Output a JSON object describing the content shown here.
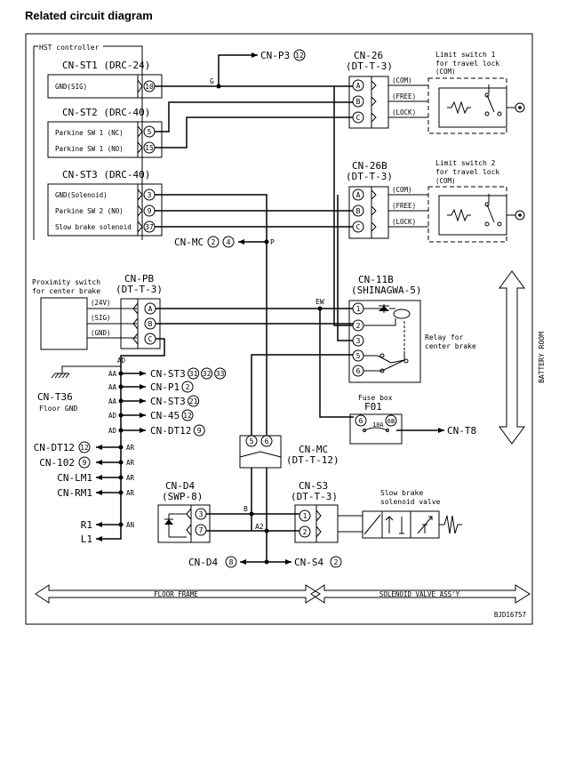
{
  "heading": "Related circuit diagram",
  "doc_code": "BJD16757",
  "hst": {
    "title": "HST controller",
    "st1": {
      "name": "CN-ST1 (DRC-24)",
      "pin_label": "GND(SIG)",
      "pin": "10"
    },
    "st2": {
      "name": "CN-ST2 (DRC-40)",
      "pins": [
        {
          "label": "Parkine SW 1 (NC)",
          "pin": "5"
        },
        {
          "label": "Parkine SW 1 (NO)",
          "pin": "15"
        }
      ]
    },
    "st3": {
      "name": "CN-ST3 (DRC-40)",
      "pins": [
        {
          "label": "GND(Solenoid)",
          "pin": "3"
        },
        {
          "label": "Parkine SW 2 (NO)",
          "pin": "9"
        },
        {
          "label": "Slow brake solenoid",
          "pin": "37"
        }
      ]
    }
  },
  "cnp3": {
    "label": "CN-P3",
    "pin": "12",
    "node": "G"
  },
  "cn26": {
    "name": "CN-26",
    "type": "(DT-T-3)",
    "pins": [
      "A",
      "B",
      "C"
    ],
    "lines": [
      "(COM)",
      "(FREE)",
      "(LOCK)"
    ]
  },
  "cn26b": {
    "name": "CN-26B",
    "type": "(DT-T-3)",
    "pins": [
      "A",
      "B",
      "C"
    ],
    "lines": [
      "(COM)",
      "(FREE)",
      "(LOCK)"
    ]
  },
  "ls1": {
    "title1": "Limit switch 1",
    "title2": "for travel lock",
    "com": "(COM)"
  },
  "ls2": {
    "title1": "Limit switch 2",
    "title2": "for travel lock",
    "com": "(COM)"
  },
  "cnmc_top": {
    "label": "CN-MC",
    "pin1": "2",
    "pin2": "4",
    "node": "P"
  },
  "prox": {
    "title1": "Proximity switch",
    "title2": "for center brake"
  },
  "cnpb": {
    "name": "CN-PB",
    "type": "(DT-T-3)",
    "pins": [
      "A",
      "B",
      "C"
    ],
    "lines": [
      "(24V)",
      "(SIG)",
      "(GND)"
    ]
  },
  "cn11b": {
    "name": "CN-11B",
    "type": "(SHINAGWA-5)",
    "pins": [
      "1",
      "2",
      "3",
      "5",
      "6"
    ],
    "node": "EW"
  },
  "relay": {
    "line1": "Relay for",
    "line2": "center brake"
  },
  "fuse": {
    "title1": "Fuse box",
    "title2": "F01",
    "pin_a": "6",
    "amp": "10A",
    "pin_b": "6B",
    "out": "CN-T8"
  },
  "battery_room": "BATTERY ROOM",
  "ground_bus": {
    "ad": "AD",
    "items": [
      {
        "node": "AA",
        "label": "CN-ST3",
        "pins": [
          "31",
          "32",
          "33"
        ]
      },
      {
        "node": "AA",
        "label": "CN-P1",
        "pins": [
          "2"
        ]
      },
      {
        "node": "AA",
        "label": "CN-ST3",
        "pins": [
          "21"
        ]
      },
      {
        "node": "AD",
        "label": "CN-45",
        "pins": [
          "12"
        ]
      },
      {
        "node": "AD",
        "label": "CN-DT12",
        "pins": [
          "9"
        ]
      }
    ]
  },
  "floor_gnd": {
    "name": "CN-T36",
    "label": "Floor GND"
  },
  "ar_bus": {
    "items": [
      {
        "label": "CN-DT12",
        "pin": "12",
        "node": "AR"
      },
      {
        "label": "CN-102",
        "pin": "9",
        "node": "AR"
      },
      {
        "label": "CN-LM1",
        "pin": "",
        "node": "AR"
      },
      {
        "label": "CN-RM1",
        "pin": "",
        "node": "AR"
      }
    ],
    "an": [
      {
        "label": "R1",
        "node": "AN"
      },
      {
        "label": "L1",
        "node": ""
      }
    ]
  },
  "cnmc_mid": {
    "pins": [
      "5",
      "6"
    ],
    "name": "CN-MC",
    "type": "(DT-T-12)"
  },
  "cnd4": {
    "name": "CN-D4",
    "type": "(SWP-8)",
    "pins": [
      "3",
      "7"
    ]
  },
  "cns3": {
    "name": "CN-S3",
    "type": "(DT-T-3)",
    "pins": [
      "1",
      "2"
    ]
  },
  "nodes": {
    "b": "B",
    "a2": "A2"
  },
  "valve": {
    "title1": "Slow brake",
    "title2": "solenoid valve"
  },
  "bottom": {
    "d4": "CN-D4",
    "d4_pin": "8",
    "s4": "CN-S4",
    "s4_pin": "2"
  },
  "floor_frame": "FLOOR FRAME",
  "solenoid_assy": "SOLENOID VALVE ASS'Y"
}
